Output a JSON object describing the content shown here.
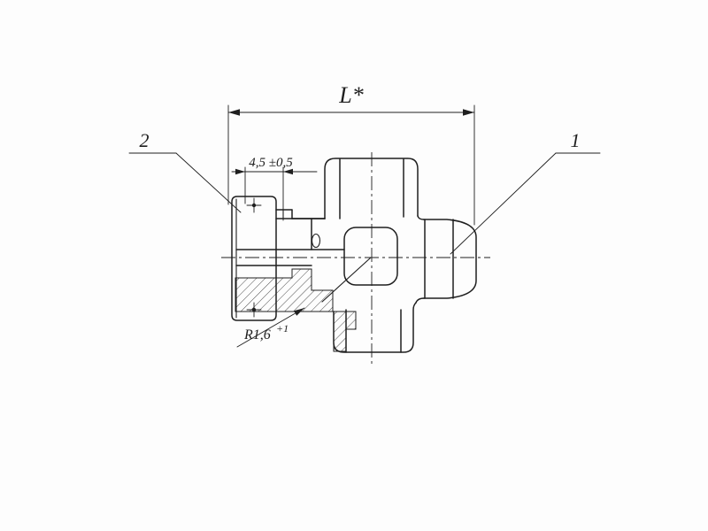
{
  "drawing": {
    "type": "technical-section-drawing",
    "background_color": "#fdfdfd",
    "ink_color": "#1f1f1f",
    "callouts": {
      "part_1_label": "1",
      "part_2_label": "2"
    },
    "dimensions": {
      "overall_length_label": "L*",
      "offset_label": "4,5 ±0,5",
      "radius_label": "R1,6",
      "radius_tolerance": "+1"
    }
  }
}
